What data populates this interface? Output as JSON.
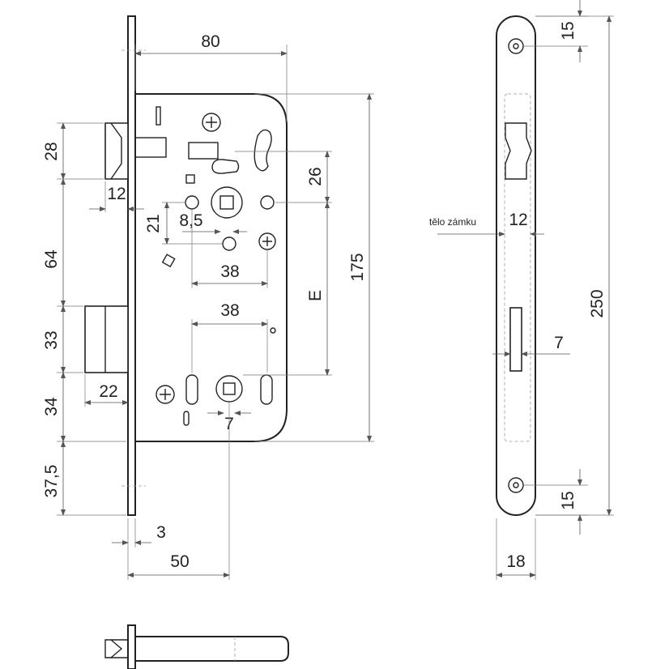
{
  "dimensions": {
    "width_case": "80",
    "latch_height": "28",
    "latch_offset": "12",
    "handle_to_key_upper": "26",
    "spindle_offset": "21",
    "spindle_size": "8,5",
    "screw_spacing_upper": "38",
    "section_upper": "64",
    "bolt_height": "33",
    "bolt_projection": "22",
    "section_lower": "34",
    "section_bottom": "37,5",
    "screw_spacing_lower": "38",
    "key_slot": "7",
    "distance_e": "E",
    "case_height": "175",
    "faceplate_thickness": "3",
    "backset": "50",
    "faceplate_top": "15",
    "body_width_label": "tělo zámku",
    "body_width": "12",
    "faceplate_length": "250",
    "bolt_slot_width": "7",
    "faceplate_bottom": "15",
    "faceplate_width": "18"
  },
  "colors": {
    "line": "#222222",
    "dimension": "#555555",
    "background": "#ffffff"
  }
}
